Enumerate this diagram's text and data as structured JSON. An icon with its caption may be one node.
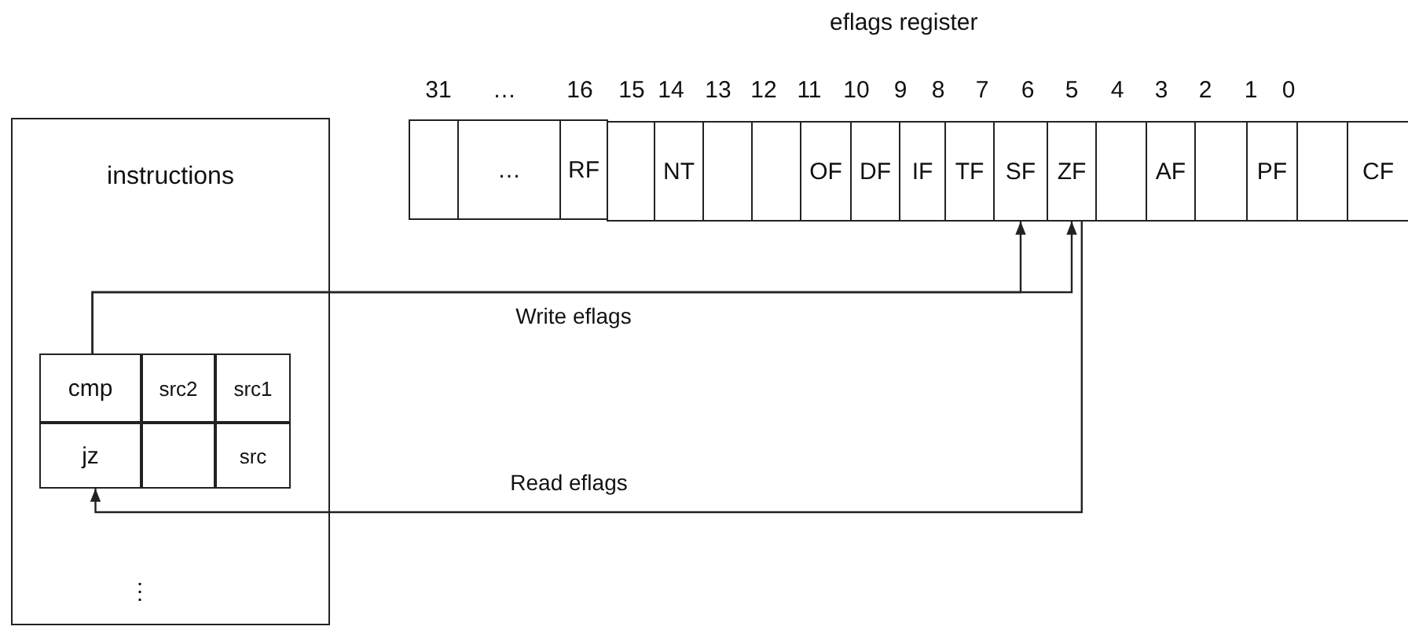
{
  "diagram": {
    "title": "eflags register",
    "nodes": [
      {
        "text": [
          "instructions",
          "⋮"
        ]
      },
      {
        "text": [
          "cmp"
        ],
        "in": 0
      },
      {
        "text": [
          "src2"
        ],
        "in": 0
      },
      {
        "text": [
          "src1"
        ],
        "in": 0
      },
      {
        "text": [
          "jz"
        ],
        "in": 0
      },
      {
        "text": [],
        "shape": "box",
        "in": 0
      },
      {
        "text": [
          "src"
        ],
        "in": 0
      },
      {
        "text": [],
        "shape": "box"
      },
      {
        "text": [
          "…"
        ]
      },
      {
        "text": [
          "RF"
        ]
      },
      {
        "text": [],
        "shape": "box"
      },
      {
        "text": [
          "NT"
        ]
      },
      {
        "text": [],
        "shape": "box"
      },
      {
        "text": [],
        "shape": "box"
      },
      {
        "text": [
          "OF"
        ]
      },
      {
        "text": [
          "DF"
        ]
      },
      {
        "text": [
          "IF"
        ]
      },
      {
        "text": [
          "TF"
        ]
      },
      {
        "text": [
          "SF"
        ]
      },
      {
        "text": [
          "ZF"
        ]
      },
      {
        "text": [],
        "shape": "box"
      },
      {
        "text": [
          "AF"
        ]
      },
      {
        "text": [],
        "shape": "box"
      },
      {
        "text": [
          "PF"
        ]
      },
      {
        "text": [],
        "shape": "box"
      },
      {
        "text": [
          "CF"
        ]
      }
    ],
    "edges": [
      {
        "from": 1,
        "to": 18,
        "arrow": "to"
      },
      {
        "from": 1,
        "to": 19,
        "label": "Write eflags",
        "arrow": "to"
      },
      {
        "from": 19,
        "to": 4,
        "label": "Read eflags",
        "arrow": "to"
      }
    ],
    "labels": [
      "31",
      "…",
      "16",
      "15",
      "14",
      "13",
      "12",
      "11",
      "10",
      "9",
      "8",
      "7",
      "6",
      "5",
      "4",
      "3",
      "2",
      "1",
      "0"
    ]
  }
}
